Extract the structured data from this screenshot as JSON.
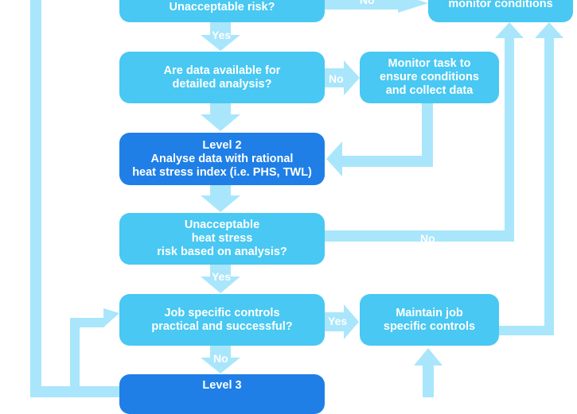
{
  "colors": {
    "light_box": "#48c8f2",
    "dark_box": "#1f7fe6",
    "arrow": "#a9e6fb",
    "text": "#ffffff"
  },
  "boxes": {
    "unacceptable_risk": {
      "line1": "Unacceptable risk?"
    },
    "monitor_conditions": {
      "line1": "monitor conditions"
    },
    "data_available": {
      "line1": "Are data available for",
      "line2": "detailed analysis?"
    },
    "monitor_task": {
      "line1": "Monitor task to",
      "line2": "ensure conditions",
      "line3": "and collect data"
    },
    "level2": {
      "line1": "Level 2",
      "line2": "Analyse data with rational",
      "line3": "heat stress index (i.e. PHS, TWL)"
    },
    "unacceptable_analysis": {
      "line1": "Unacceptable",
      "line2": "heat stress",
      "line3": "risk based on analysis?"
    },
    "job_controls": {
      "line1": "Job specific controls",
      "line2": "practical and successful?"
    },
    "maintain_controls": {
      "line1": "Maintain job",
      "line2": "specific controls"
    },
    "level3": {
      "line1": "Level 3"
    }
  },
  "labels": {
    "yes_1": "Yes",
    "no_top": "No",
    "no_data": "No",
    "yes_2": "Yes",
    "no_analysis": "No",
    "yes_controls": "Yes",
    "no_controls": "No"
  }
}
